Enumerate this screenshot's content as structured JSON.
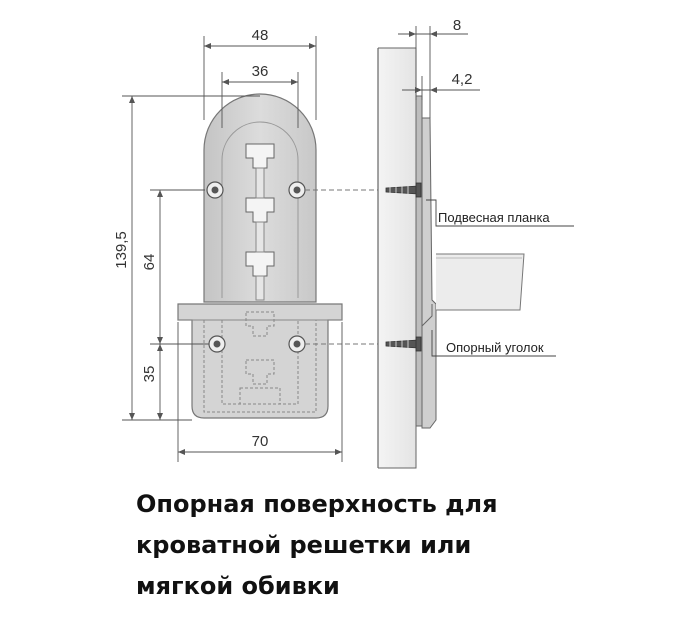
{
  "dimensions": {
    "width_outer": "48",
    "width_inner": "36",
    "height_total": "139,5",
    "height_mid": "64",
    "height_low": "35",
    "width_base": "70",
    "side_depth": "8",
    "side_thickness": "4,2"
  },
  "callouts": {
    "hanging_strip": "Подвесная планка",
    "support_angle": "Опорный уголок"
  },
  "caption": {
    "line1": "Опорная поверхность для",
    "line2": "кроватной решетки или",
    "line3": "мягкой обивки"
  },
  "colors": {
    "part_fill": "#d2d2d2",
    "part_stroke": "#777777",
    "dim_line": "#555555",
    "text": "#111111"
  }
}
